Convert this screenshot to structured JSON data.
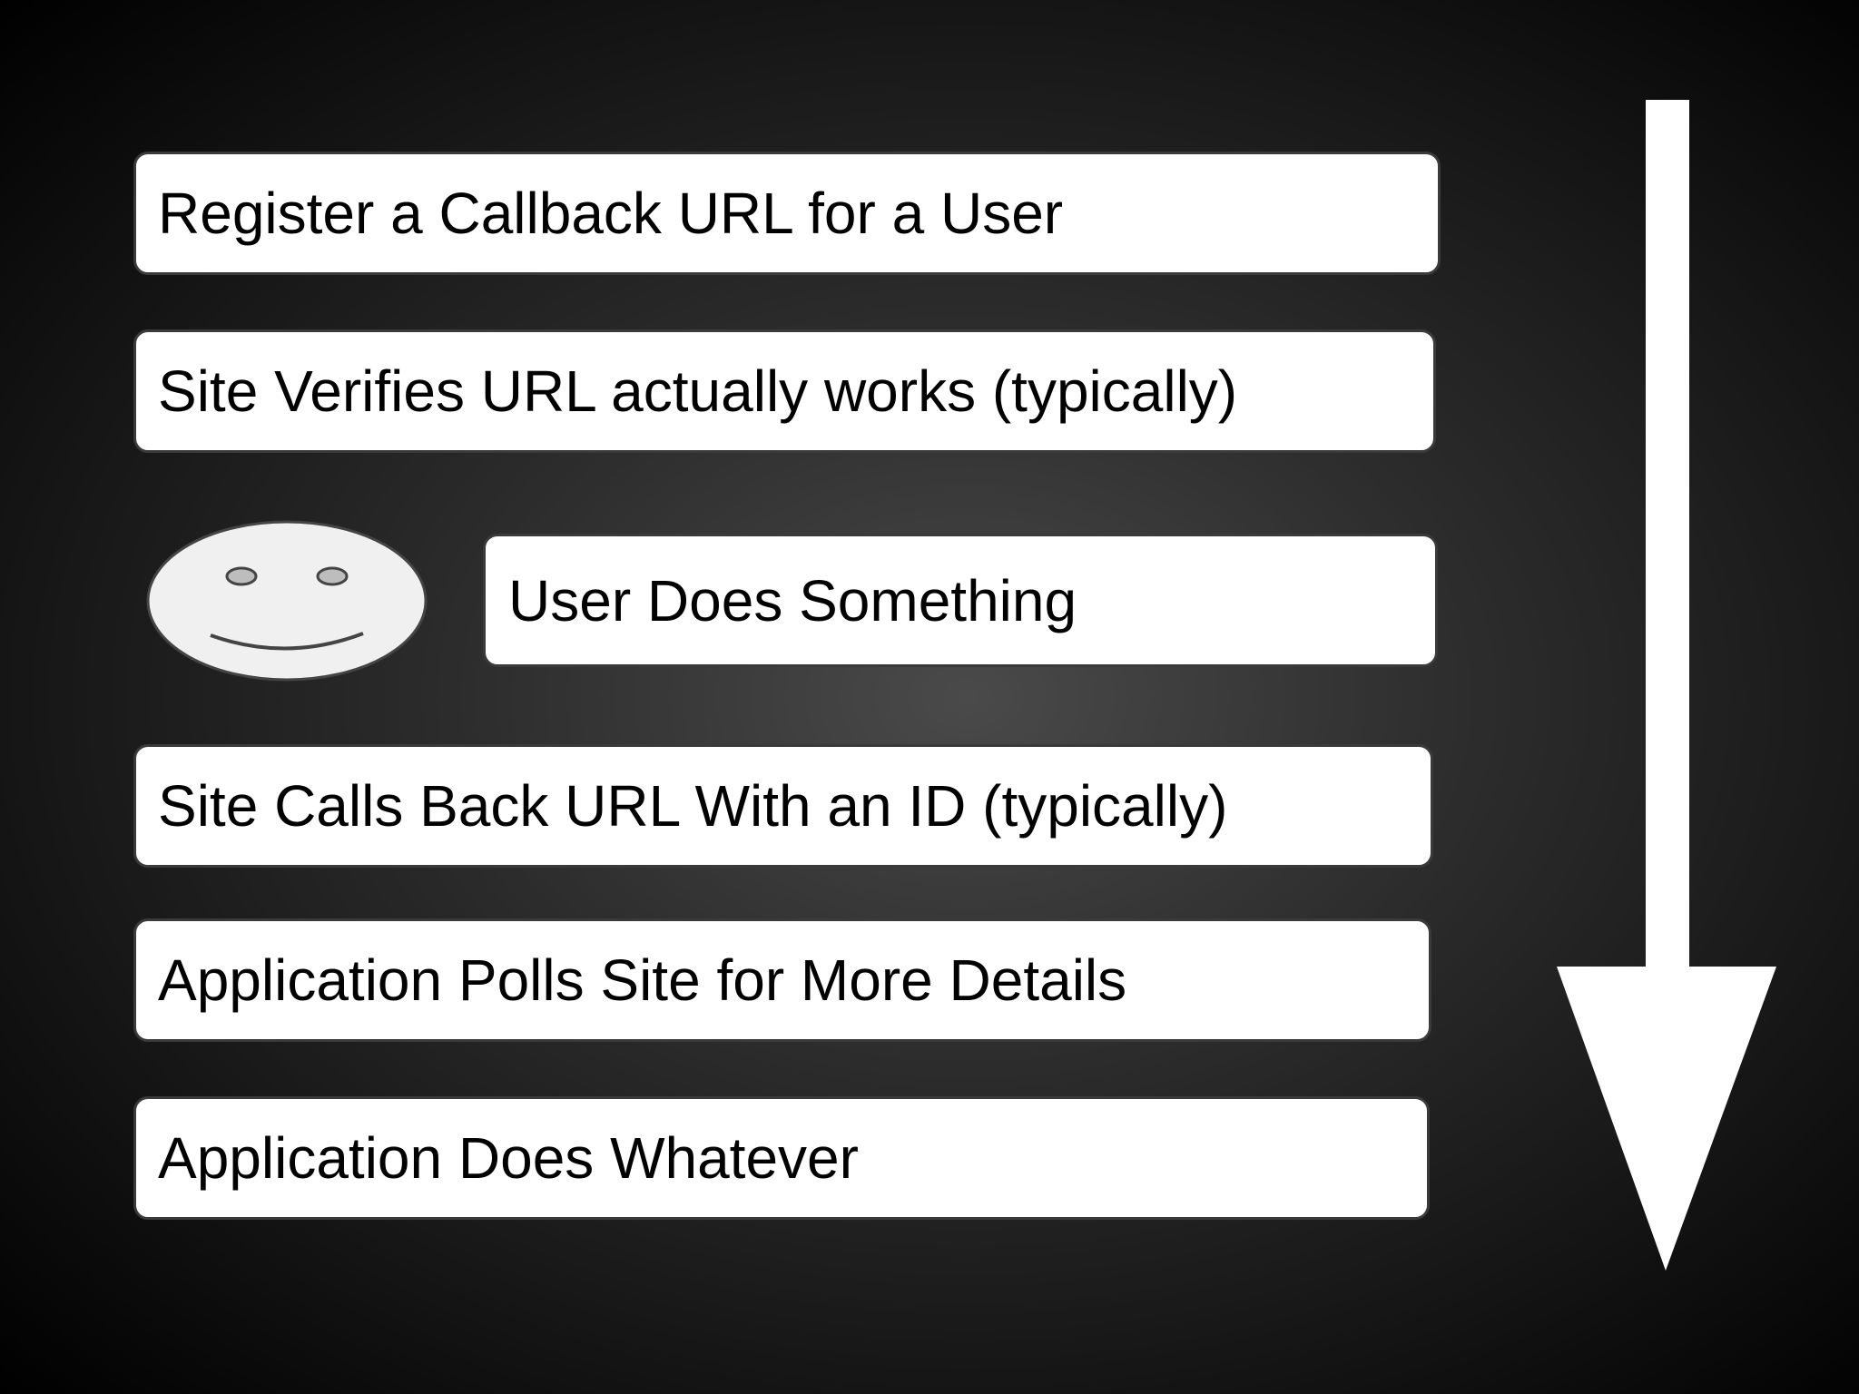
{
  "steps": [
    {
      "label": "Register a Callback URL for a User"
    },
    {
      "label": "Site Verifies URL actually works (typically)"
    },
    {
      "label": "User Does Something"
    },
    {
      "label": "Site Calls Back URL With an ID (typically)"
    },
    {
      "label": "Application Polls Site for More Details"
    },
    {
      "label": "Application Does Whatever"
    }
  ],
  "icons": {
    "user": "smiley-face-icon",
    "flow": "down-arrow-icon"
  },
  "colors": {
    "box_fill": "#ffffff",
    "box_border": "#3a3a3a",
    "text": "#000000",
    "arrow": "#ffffff",
    "face_fill": "#f0f0f0",
    "face_features": "#444444",
    "eye_fill": "#bdbdbd"
  }
}
